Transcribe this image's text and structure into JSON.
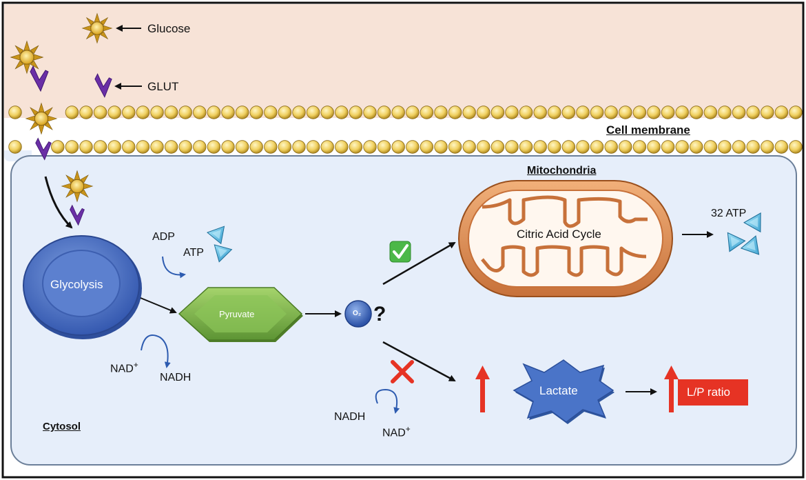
{
  "labels": {
    "glucose": "Glucose",
    "glut": "GLUT",
    "cell_membrane": "Cell membrane",
    "mitochondria": "Mitochondria",
    "citric_acid_cycle": "Citric Acid Cycle",
    "atp_32": "32 ATP",
    "adp": "ADP",
    "atp": "ATP",
    "glycolysis": "Glycolysis",
    "pyruvate": "Pyruvate",
    "o2": "O₂",
    "question": "?",
    "nad_plus_left": "NAD",
    "nadh_left": "NADH",
    "nadh_bottom": "NADH",
    "nad_plus_bottom": "NAD",
    "plus": "+",
    "lactate": "Lactate",
    "lp_ratio": "L/P ratio",
    "cytosol": "Cytosol"
  },
  "colors": {
    "extracellular": "#f7e3d7",
    "cytosol": "#e6eefa",
    "membrane_bead": "#f2d36b",
    "glut": "#6a2fa6",
    "glycolysis": "#4a73c8",
    "pyruvate": "#7db24a",
    "mitochondria": "#e2955a",
    "lactate": "#4a74c8",
    "atp": "#4ab3e0",
    "alert_red": "#e63324",
    "check_green": "#4cb848"
  },
  "icons": [
    "glucose-sun-icon",
    "glut-transporter-icon",
    "atp-triangle-icon",
    "check-mark-icon",
    "cross-mark-icon",
    "up-arrow-icon"
  ]
}
